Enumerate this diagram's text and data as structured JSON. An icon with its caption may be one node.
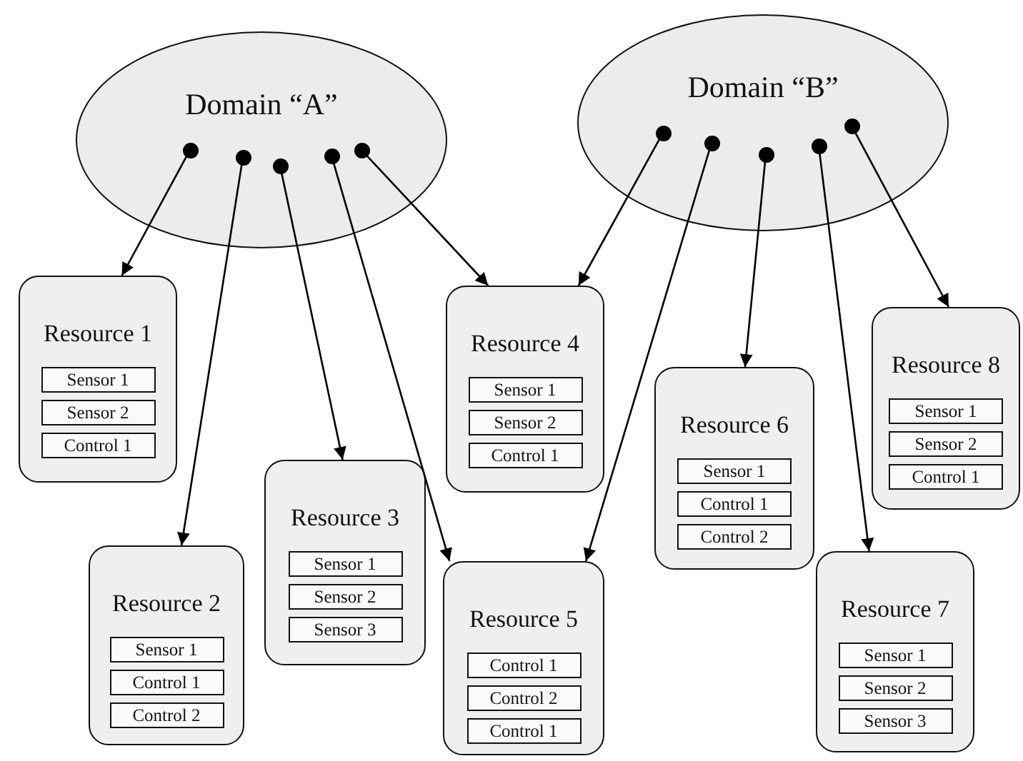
{
  "diagram": {
    "nodes": [
      {
        "text": [
          "Domain “A”"
        ]
      },
      {
        "text": [],
        "shape": "circle",
        "in": 0
      },
      {
        "text": [],
        "shape": "circle",
        "in": 0
      },
      {
        "text": [],
        "shape": "circle",
        "in": 0
      },
      {
        "text": [],
        "shape": "circle",
        "in": 0
      },
      {
        "text": [],
        "shape": "circle",
        "in": 0
      },
      {
        "text": [
          "Domain “B”"
        ]
      },
      {
        "text": [],
        "shape": "circle",
        "in": 6
      },
      {
        "text": [],
        "shape": "circle",
        "in": 6
      },
      {
        "text": [],
        "shape": "circle",
        "in": 6
      },
      {
        "text": [],
        "shape": "circle",
        "in": 6
      },
      {
        "text": [],
        "shape": "circle",
        "in": 6
      },
      {
        "text": [
          "Resource 1"
        ]
      },
      {
        "text": [
          "Sensor 1"
        ],
        "in": 12
      },
      {
        "text": [
          "Sensor 2"
        ],
        "in": 12
      },
      {
        "text": [
          "Control 1"
        ],
        "in": 12
      },
      {
        "text": [
          "Resource 2"
        ]
      },
      {
        "text": [
          "Sensor 1"
        ],
        "in": 16
      },
      {
        "text": [
          "Control 1"
        ],
        "in": 16
      },
      {
        "text": [
          "Control 2"
        ],
        "in": 16
      },
      {
        "text": [
          "Resource 3"
        ]
      },
      {
        "text": [
          "Sensor 1"
        ],
        "in": 20
      },
      {
        "text": [
          "Sensor 2"
        ],
        "in": 20
      },
      {
        "text": [
          "Sensor 3"
        ],
        "in": 20
      },
      {
        "text": [
          "Resource 4"
        ]
      },
      {
        "text": [
          "Sensor 1"
        ],
        "in": 24
      },
      {
        "text": [
          "Sensor 2"
        ],
        "in": 24
      },
      {
        "text": [
          "Control 1"
        ],
        "in": 24
      },
      {
        "text": [
          "Resource 5"
        ]
      },
      {
        "text": [
          "Control 1"
        ],
        "in": 28
      },
      {
        "text": [
          "Control 2"
        ],
        "in": 28
      },
      {
        "text": [
          "Control 1"
        ],
        "in": 28
      },
      {
        "text": [
          "Resource 6"
        ]
      },
      {
        "text": [
          "Sensor 1"
        ],
        "in": 32
      },
      {
        "text": [
          "Control 1"
        ],
        "in": 32
      },
      {
        "text": [
          "Control 2"
        ],
        "in": 32
      },
      {
        "text": [
          "Resource 7"
        ]
      },
      {
        "text": [
          "Sensor 1"
        ],
        "in": 36
      },
      {
        "text": [
          "Sensor 2"
        ],
        "in": 36
      },
      {
        "text": [
          "Sensor 3"
        ],
        "in": 36
      },
      {
        "text": [
          "Resource 8"
        ]
      },
      {
        "text": [
          "Sensor 1"
        ],
        "in": 40
      },
      {
        "text": [
          "Sensor 2"
        ],
        "in": 40
      },
      {
        "text": [
          "Control 1"
        ],
        "in": 40
      }
    ],
    "edges": [
      {
        "from": 1,
        "to": 12,
        "arrow": "to"
      },
      {
        "from": 2,
        "to": 16,
        "arrow": "to"
      },
      {
        "from": 3,
        "to": 20,
        "arrow": "to"
      },
      {
        "from": 4,
        "to": 28,
        "arrow": "to"
      },
      {
        "from": 5,
        "to": 24,
        "arrow": "to"
      },
      {
        "from": 7,
        "to": 24,
        "arrow": "to"
      },
      {
        "from": 8,
        "to": 28,
        "arrow": "to"
      },
      {
        "from": 9,
        "to": 32,
        "arrow": "to"
      },
      {
        "from": 10,
        "to": 36,
        "arrow": "to"
      },
      {
        "from": 11,
        "to": 40,
        "arrow": "to"
      }
    ]
  }
}
